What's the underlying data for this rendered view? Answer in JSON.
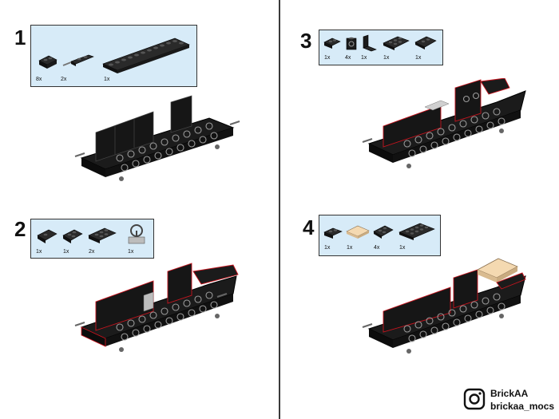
{
  "steps": [
    {
      "number": "1",
      "parts": [
        {
          "qty": "8x",
          "icon": "plate-1x2-icon"
        },
        {
          "qty": "2x",
          "icon": "bar-with-pin-icon"
        },
        {
          "qty": "1x",
          "icon": "plate-1x12-icon"
        }
      ]
    },
    {
      "number": "2",
      "parts": [
        {
          "qty": "1x",
          "icon": "wedge-plate-icon"
        },
        {
          "qty": "1x",
          "icon": "plate-2x2-corner-icon"
        },
        {
          "qty": "2x",
          "icon": "plate-2x3-icon"
        },
        {
          "qty": "1x",
          "icon": "steering-wheel-icon"
        }
      ]
    },
    {
      "number": "3",
      "parts": [
        {
          "qty": "1x",
          "icon": "plate-1x2-icon"
        },
        {
          "qty": "4x",
          "icon": "brick-1x1-studs-icon"
        },
        {
          "qty": "1x",
          "icon": "bracket-icon"
        },
        {
          "qty": "1x",
          "icon": "plate-2x3-icon"
        },
        {
          "qty": "1x",
          "icon": "wedge-plate-icon"
        }
      ]
    },
    {
      "number": "4",
      "parts": [
        {
          "qty": "1x",
          "icon": "plate-1x2-icon"
        },
        {
          "qty": "1x",
          "icon": "tan-tile-2x2-icon"
        },
        {
          "qty": "4x",
          "icon": "plate-2x2-corner-icon"
        },
        {
          "qty": "1x",
          "icon": "plate-2x4-icon"
        }
      ]
    }
  ],
  "brand": {
    "name": "BrickAA",
    "handle": "brickaa_mocs",
    "icon": "instagram-icon"
  },
  "colors": {
    "panel": "#d7ebf8",
    "brick": "#1b1b1b",
    "highlight": "#c8141e",
    "tan": "#f4d9b1"
  }
}
